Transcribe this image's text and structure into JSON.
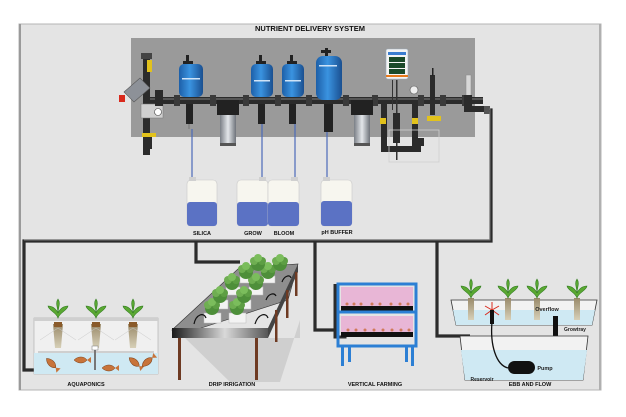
{
  "title": "NUTRIENT DELIVERY SYSTEM",
  "tanks": [
    {
      "label": "SILICA"
    },
    {
      "label": "GROW"
    },
    {
      "label": "BLOOM"
    },
    {
      "label": "pH BUFFER"
    }
  ],
  "systems": {
    "aquaponics": {
      "label": "AQUAPONICS"
    },
    "drip_irrigation": {
      "label": "DRIP IRRIGATION"
    },
    "vertical_farming": {
      "label": "VERTICAL FARMING"
    },
    "ebb_and_flow": {
      "label": "EBB AND FLOW",
      "overflow": "Overflow",
      "growtray": "Growtray",
      "pump": "Pump",
      "reservoir": "Reservoir"
    }
  },
  "colors": {
    "frame_bg": "#e4e4e4",
    "panel_bg": "#9a9a9a",
    "pipe": "#2b2b2b",
    "injector_blue": "#2f7fd0",
    "solution_blue": "#5b72c4",
    "water": "#cfe9f3",
    "plant_green": "#5aa832",
    "rack_blue": "#2c7fd4",
    "grow_light_pink": "#e8b6d6"
  }
}
